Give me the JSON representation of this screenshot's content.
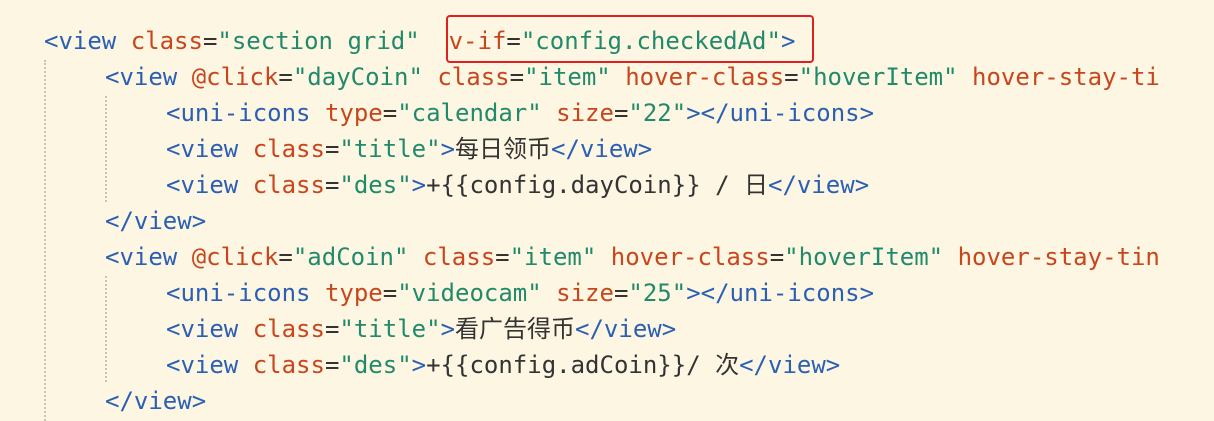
{
  "annotation_color": "#e02020",
  "lines": [
    {
      "indent": 0,
      "tokens": [
        {
          "t": "tag",
          "v": "<view"
        },
        {
          "t": "text",
          "v": " "
        },
        {
          "t": "attr",
          "v": "class"
        },
        {
          "t": "punct",
          "v": "="
        },
        {
          "t": "str",
          "v": "\"section grid\""
        },
        {
          "t": "text",
          "v": "  "
        },
        {
          "t": "attr",
          "v": "v-if"
        },
        {
          "t": "punct",
          "v": "="
        },
        {
          "t": "str",
          "v": "\"config.checkedAd\""
        },
        {
          "t": "tag",
          "v": ">"
        }
      ]
    },
    {
      "indent": 1,
      "tokens": [
        {
          "t": "tag",
          "v": "<view"
        },
        {
          "t": "text",
          "v": " "
        },
        {
          "t": "attr",
          "v": "@click"
        },
        {
          "t": "punct",
          "v": "="
        },
        {
          "t": "str",
          "v": "\"dayCoin\""
        },
        {
          "t": "text",
          "v": " "
        },
        {
          "t": "attr",
          "v": "class"
        },
        {
          "t": "punct",
          "v": "="
        },
        {
          "t": "str",
          "v": "\"item\""
        },
        {
          "t": "text",
          "v": " "
        },
        {
          "t": "attr",
          "v": "hover-class"
        },
        {
          "t": "punct",
          "v": "="
        },
        {
          "t": "str",
          "v": "\"hoverItem\""
        },
        {
          "t": "text",
          "v": " "
        },
        {
          "t": "attr",
          "v": "hover-stay-ti"
        }
      ]
    },
    {
      "indent": 2,
      "tokens": [
        {
          "t": "tag",
          "v": "<uni-icons"
        },
        {
          "t": "text",
          "v": " "
        },
        {
          "t": "attr",
          "v": "type"
        },
        {
          "t": "punct",
          "v": "="
        },
        {
          "t": "str",
          "v": "\"calendar\""
        },
        {
          "t": "text",
          "v": " "
        },
        {
          "t": "attr",
          "v": "size"
        },
        {
          "t": "punct",
          "v": "="
        },
        {
          "t": "str",
          "v": "\"22\""
        },
        {
          "t": "tag",
          "v": "></uni-icons>"
        }
      ]
    },
    {
      "indent": 2,
      "tokens": [
        {
          "t": "tag",
          "v": "<view"
        },
        {
          "t": "text",
          "v": " "
        },
        {
          "t": "attr",
          "v": "class"
        },
        {
          "t": "punct",
          "v": "="
        },
        {
          "t": "str",
          "v": "\"title\""
        },
        {
          "t": "tag",
          "v": ">"
        },
        {
          "t": "text",
          "v": "每日领币"
        },
        {
          "t": "tag",
          "v": "</view>"
        }
      ]
    },
    {
      "indent": 2,
      "tokens": [
        {
          "t": "tag",
          "v": "<view"
        },
        {
          "t": "text",
          "v": " "
        },
        {
          "t": "attr",
          "v": "class"
        },
        {
          "t": "punct",
          "v": "="
        },
        {
          "t": "str",
          "v": "\"des\""
        },
        {
          "t": "tag",
          "v": ">"
        },
        {
          "t": "text",
          "v": "+{{config.dayCoin}} / 日"
        },
        {
          "t": "tag",
          "v": "</view>"
        }
      ]
    },
    {
      "indent": 1,
      "tokens": [
        {
          "t": "tag",
          "v": "</view>"
        }
      ]
    },
    {
      "indent": 1,
      "tokens": [
        {
          "t": "tag",
          "v": "<view"
        },
        {
          "t": "text",
          "v": " "
        },
        {
          "t": "attr",
          "v": "@click"
        },
        {
          "t": "punct",
          "v": "="
        },
        {
          "t": "str",
          "v": "\"adCoin\""
        },
        {
          "t": "text",
          "v": " "
        },
        {
          "t": "attr",
          "v": "class"
        },
        {
          "t": "punct",
          "v": "="
        },
        {
          "t": "str",
          "v": "\"item\""
        },
        {
          "t": "text",
          "v": " "
        },
        {
          "t": "attr",
          "v": "hover-class"
        },
        {
          "t": "punct",
          "v": "="
        },
        {
          "t": "str",
          "v": "\"hoverItem\""
        },
        {
          "t": "text",
          "v": " "
        },
        {
          "t": "attr",
          "v": "hover-stay-tin"
        }
      ]
    },
    {
      "indent": 2,
      "tokens": [
        {
          "t": "tag",
          "v": "<uni-icons"
        },
        {
          "t": "text",
          "v": " "
        },
        {
          "t": "attr",
          "v": "type"
        },
        {
          "t": "punct",
          "v": "="
        },
        {
          "t": "str",
          "v": "\"videocam\""
        },
        {
          "t": "text",
          "v": " "
        },
        {
          "t": "attr",
          "v": "size"
        },
        {
          "t": "punct",
          "v": "="
        },
        {
          "t": "str",
          "v": "\"25\""
        },
        {
          "t": "tag",
          "v": "></uni-icons>"
        }
      ]
    },
    {
      "indent": 2,
      "tokens": [
        {
          "t": "tag",
          "v": "<view"
        },
        {
          "t": "text",
          "v": " "
        },
        {
          "t": "attr",
          "v": "class"
        },
        {
          "t": "punct",
          "v": "="
        },
        {
          "t": "str",
          "v": "\"title\""
        },
        {
          "t": "tag",
          "v": ">"
        },
        {
          "t": "text",
          "v": "看广告得币"
        },
        {
          "t": "tag",
          "v": "</view>"
        }
      ]
    },
    {
      "indent": 2,
      "tokens": [
        {
          "t": "tag",
          "v": "<view"
        },
        {
          "t": "text",
          "v": " "
        },
        {
          "t": "attr",
          "v": "class"
        },
        {
          "t": "punct",
          "v": "="
        },
        {
          "t": "str",
          "v": "\"des\""
        },
        {
          "t": "tag",
          "v": ">"
        },
        {
          "t": "text",
          "v": "+{{config.adCoin}}/ 次"
        },
        {
          "t": "tag",
          "v": "</view>"
        }
      ]
    },
    {
      "indent": 1,
      "tokens": [
        {
          "t": "tag",
          "v": "</view>"
        }
      ]
    }
  ]
}
